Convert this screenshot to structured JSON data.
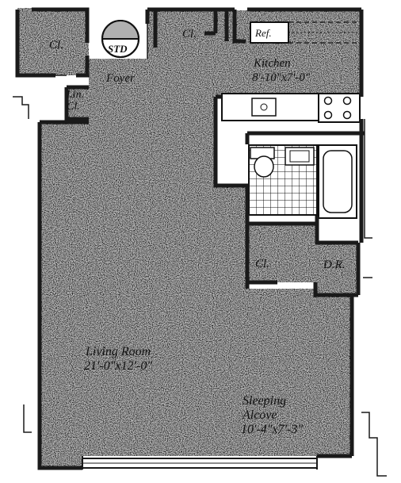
{
  "labels": {
    "closet_left": "Cl.",
    "closet_top": "Cl.",
    "std": "STD",
    "ref": "Ref.",
    "kitchen": "Kitchen",
    "kitchen_dims": "8'-10\"x7'-0\"",
    "foyer": "Foyer",
    "linen_1": "Lin.",
    "linen_2": "Cl.",
    "closet_bath": "Cl.",
    "dressing_room": "D.R.",
    "living_room": "Living Room",
    "living_dims": "21'-0\"x12'-0\"",
    "sleeping_1": "Sleeping",
    "sleeping_2": "Alcove",
    "sleeping_dims": "10'-4\"x7'-3\""
  },
  "colors": {
    "floor": "#bdbdbd",
    "wall": "#1a1a1a",
    "background": "#ffffff"
  }
}
